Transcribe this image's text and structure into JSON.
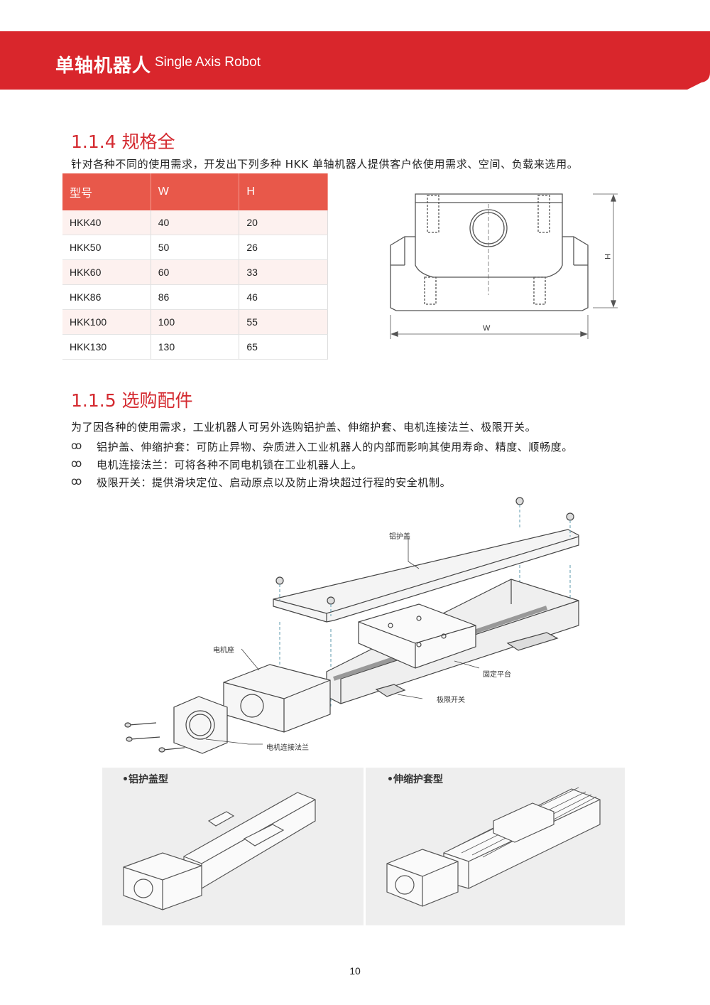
{
  "header": {
    "title_cn": "单轴机器人",
    "title_en": "Single Axis Robot"
  },
  "section_spec": {
    "heading": "1.1.4 规格全",
    "intro": "针对各种不同的使用需求，开发出下列多种 HKK 单轴机器人提供客户依使用需求、空间、负载来选用。",
    "table": {
      "headers": [
        "型号",
        "W",
        "H"
      ],
      "rows": [
        [
          "HKK40",
          "40",
          "20"
        ],
        [
          "HKK50",
          "50",
          "26"
        ],
        [
          "HKK60",
          "60",
          "33"
        ],
        [
          "HKK86",
          "86",
          "46"
        ],
        [
          "HKK100",
          "100",
          "55"
        ],
        [
          "HKK130",
          "130",
          "65"
        ]
      ]
    },
    "drawing": {
      "label_w": "W",
      "label_h": "H"
    }
  },
  "section_accessories": {
    "heading": "1.1.5 选购配件",
    "intro": "为了因各种的使用需求，工业机器人可另外选购铝护盖、伸缩护套、电机连接法兰、极限开关。",
    "bullet_symbol": "ꝏ",
    "bullets": [
      "铝护盖、伸缩护套：可防止异物、杂质进入工业机器人的内部而影响其使用寿命、精度、顺畅度。",
      "电机连接法兰：可将各种不同电机锁在工业机器人上。",
      "极限开关：提供滑块定位、启动原点以及防止滑块超过行程的安全机制。"
    ],
    "diagram_labels": {
      "cover": "铝护盖",
      "motor_seat": "电机座",
      "fixed_platform": "固定平台",
      "limit_switch": "极限开关",
      "flange": "电机连接法兰"
    },
    "panels": [
      {
        "label": "•铝护盖型"
      },
      {
        "label": "•伸缩护套型"
      }
    ]
  },
  "page_number": "10",
  "colors": {
    "brand_red": "#d42a30",
    "table_header": "#e8584a",
    "table_row_tint": "#fdf1ef"
  }
}
